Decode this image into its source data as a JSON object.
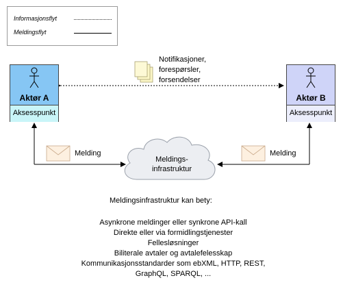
{
  "legend": {
    "info_flow_label": "Informasjonsflyt",
    "message_flow_label": "Meldingsflyt"
  },
  "actor_a": {
    "name": "Aktør A",
    "access_point": "Aksesspunkt"
  },
  "actor_b": {
    "name": "Aktør B",
    "access_point": "Aksesspunkt"
  },
  "info_note": {
    "lines": [
      "Notifikasjoner,",
      "forespørsler,",
      "forsendelser"
    ]
  },
  "message_left": "Melding",
  "message_right": "Melding",
  "cloud": {
    "line1": "Meldings-",
    "line2": "infrastruktur"
  },
  "infrastructure": {
    "heading": "Meldingsinfrastruktur kan bety:",
    "items": [
      "Asynkrone meldinger eller synkrone API-kall",
      "Direkte eller via formidlingstjenester",
      "Fellesløsninger",
      "Biliterale avtaler og avtalefelesskap",
      "Kommunikasjonsstandarder som ebXML, HTTP, REST,",
      "GraphQL, SPARQL, ..."
    ]
  },
  "colors": {
    "actor_a_top": "#86c6f4",
    "actor_a_access": "#c9f5f8",
    "actor_b_top": "#cfd4f8",
    "actor_b_access": "#eceefc",
    "note": "#fbf6c6",
    "envelope": "#fdf0e0",
    "cloud": "#eceef2"
  },
  "icons": [
    "actor-figure-icon",
    "document-stack-icon",
    "envelope-icon",
    "cloud-icon"
  ]
}
